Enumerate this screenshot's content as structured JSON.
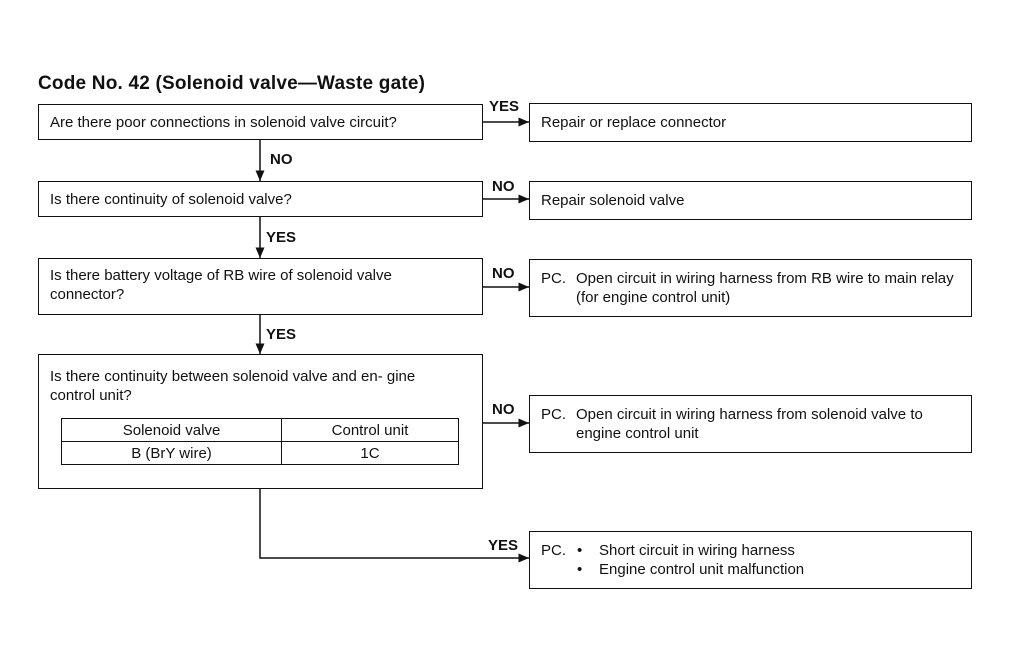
{
  "title": "Code No. 42 (Solenoid valve—Waste gate)",
  "steps": {
    "q1": "Are there poor connections in solenoid valve circuit?",
    "q2": "Is there continuity of solenoid valve?",
    "q3": "Is there battery voltage of RB wire of solenoid valve connector?",
    "q4": "Is there continuity between solenoid valve and en- gine control unit?"
  },
  "table": {
    "headers": [
      "Solenoid valve",
      "Control unit"
    ],
    "rows": [
      [
        "B (BrY wire)",
        "1C"
      ]
    ]
  },
  "results": {
    "r1": "Repair or replace connector",
    "r2": "Repair solenoid valve",
    "r3_prefix": "PC.",
    "r3": "Open circuit in wiring harness from RB wire to main relay (for engine control unit)",
    "r4_prefix": "PC.",
    "r4": "Open circuit in wiring harness from solenoid valve to engine control unit",
    "r5_prefix": "PC.",
    "r5_bullet": "•",
    "r5_items": [
      "Short circuit in wiring harness",
      "Engine control unit malfunction"
    ]
  },
  "labels": {
    "yes": "YES",
    "no": "NO"
  }
}
